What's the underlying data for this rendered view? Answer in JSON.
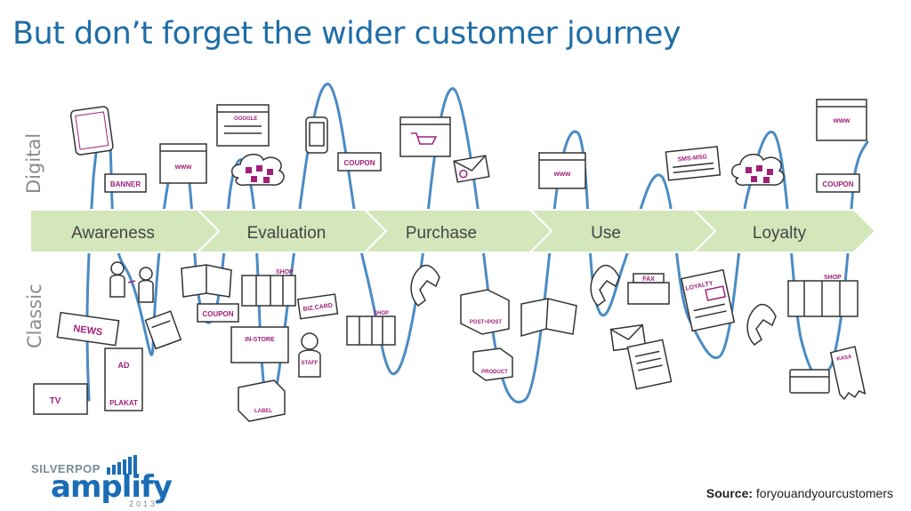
{
  "title": "But don’t forget the wider customer journey",
  "rows": {
    "digital": "Digital",
    "classic": "Classic"
  },
  "stages": [
    "Awareness",
    "Evaluation",
    "Purchase",
    "Use",
    "Loyalty"
  ],
  "colors": {
    "title": "#1f6da6",
    "stage_fill": "#d4e7bb",
    "line": "#4a8bc4",
    "icon_text": "#a0207a"
  },
  "digital_icons": {
    "banner": "BANNER",
    "www1": "www",
    "google": "GOOGLE",
    "coupon1": "COUPON",
    "www2": "www",
    "sms": "SMS-MSG",
    "www3": "www",
    "coupon2": "COUPON"
  },
  "classic_icons": {
    "news": "NEWS",
    "ad": "AD",
    "plakat": "PLAKAT",
    "tv": "TV",
    "coupon": "COUPON",
    "shop1": "SHOP",
    "bizcard": "BIZ.CARD",
    "instore": "IN-STORE",
    "staff": "STAFF",
    "label": "LABEL",
    "shop2": "SHOP",
    "postpost": "POST+POST",
    "product": "PRODUCT",
    "fax": "FAX",
    "loyalty": "LOYALTY",
    "shop3": "SHOP",
    "kasa": "KASA"
  },
  "logo": {
    "top": "SILVERPOP",
    "main": "amplify",
    "year": "2013"
  },
  "source": {
    "label": "Source:",
    "value": "foryouandyourcustomers"
  }
}
